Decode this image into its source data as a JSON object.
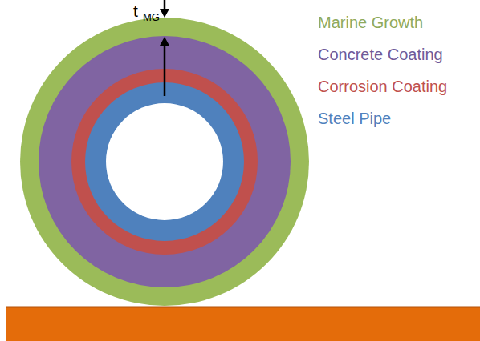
{
  "diagram": {
    "labels": [
      "t",
      "MG",
      "Marine Growth",
      "Concrete Coating",
      "Corrosion Coating",
      "Steel Pipe"
    ]
  }
}
